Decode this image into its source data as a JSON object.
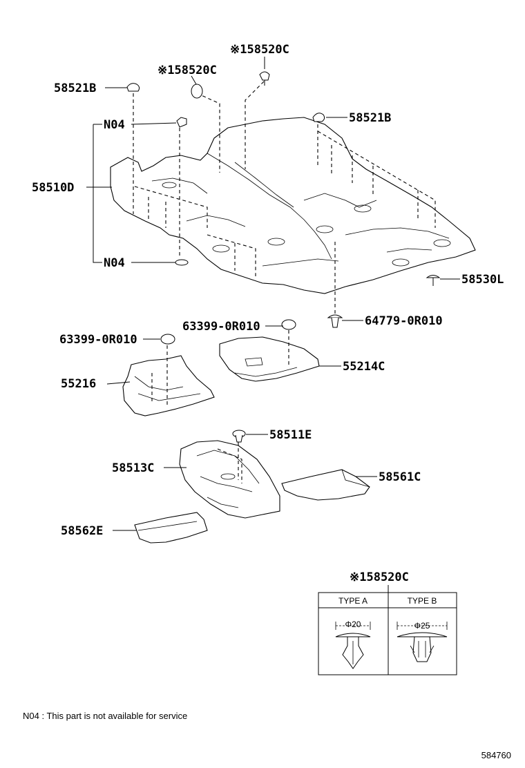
{
  "labels": {
    "p58520c_top": "※158520C",
    "p58520c_left": "※158520C",
    "p58521b_left": "58521B",
    "p58521b_right": "58521B",
    "n04_top": "N04",
    "n04_bottom": "N04",
    "p58510d": "58510D",
    "p58530l": "58530L",
    "p64779": "64779-0R010",
    "p63399_mid": "63399-0R010",
    "p63399_left": "63399-0R010",
    "p55214c": "55214C",
    "p55216": "55216",
    "p58511e": "58511E",
    "p58513c": "58513C",
    "p58561c": "58561C",
    "p58562e": "58562E"
  },
  "detail_box": {
    "title": "※158520C",
    "type_a": "TYPE A",
    "type_b": "TYPE B",
    "dim_a": "Φ20",
    "dim_b": "Φ25"
  },
  "footnote": "N04 : This part is not available for service",
  "drawing_number": "584760"
}
